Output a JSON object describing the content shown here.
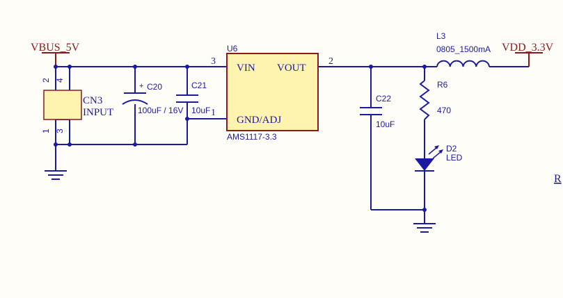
{
  "labels": {
    "vbus": "VBUS_5V",
    "vdd": "VDD_3.3V",
    "cn3_ref": "CN3",
    "cn3_value": "INPUT",
    "cn3_pin1": "1",
    "cn3_pin2": "2",
    "cn3_pin3": "3",
    "cn3_pin4": "4",
    "c20_ref": "C20",
    "c20_value": "100uF / 16V",
    "c20_polarity": "+",
    "c21_ref": "C21",
    "c21_value": "10uF",
    "u6_ref": "U6",
    "u6_part": "AMS1117-3.3",
    "u6_vin": "VIN",
    "u6_vout": "VOUT",
    "u6_gnd": "GND/ADJ",
    "u6_pin_vin": "3",
    "u6_pin_vout": "2",
    "u6_pin_gnd": "1",
    "c22_ref": "C22",
    "c22_value": "10uF",
    "l3_ref": "L3",
    "l3_value": "0805_1500mA",
    "r6_ref": "R6",
    "r6_value": "470",
    "d2_ref": "D2",
    "d2_value": "LED",
    "edge_label": "R"
  },
  "colors": {
    "wire": "#1a1aa0",
    "rail": "#8b1a1a",
    "ic_fill": "#fff3b0",
    "ic_border": "#8b1a1a",
    "background": "#fffdf7"
  }
}
